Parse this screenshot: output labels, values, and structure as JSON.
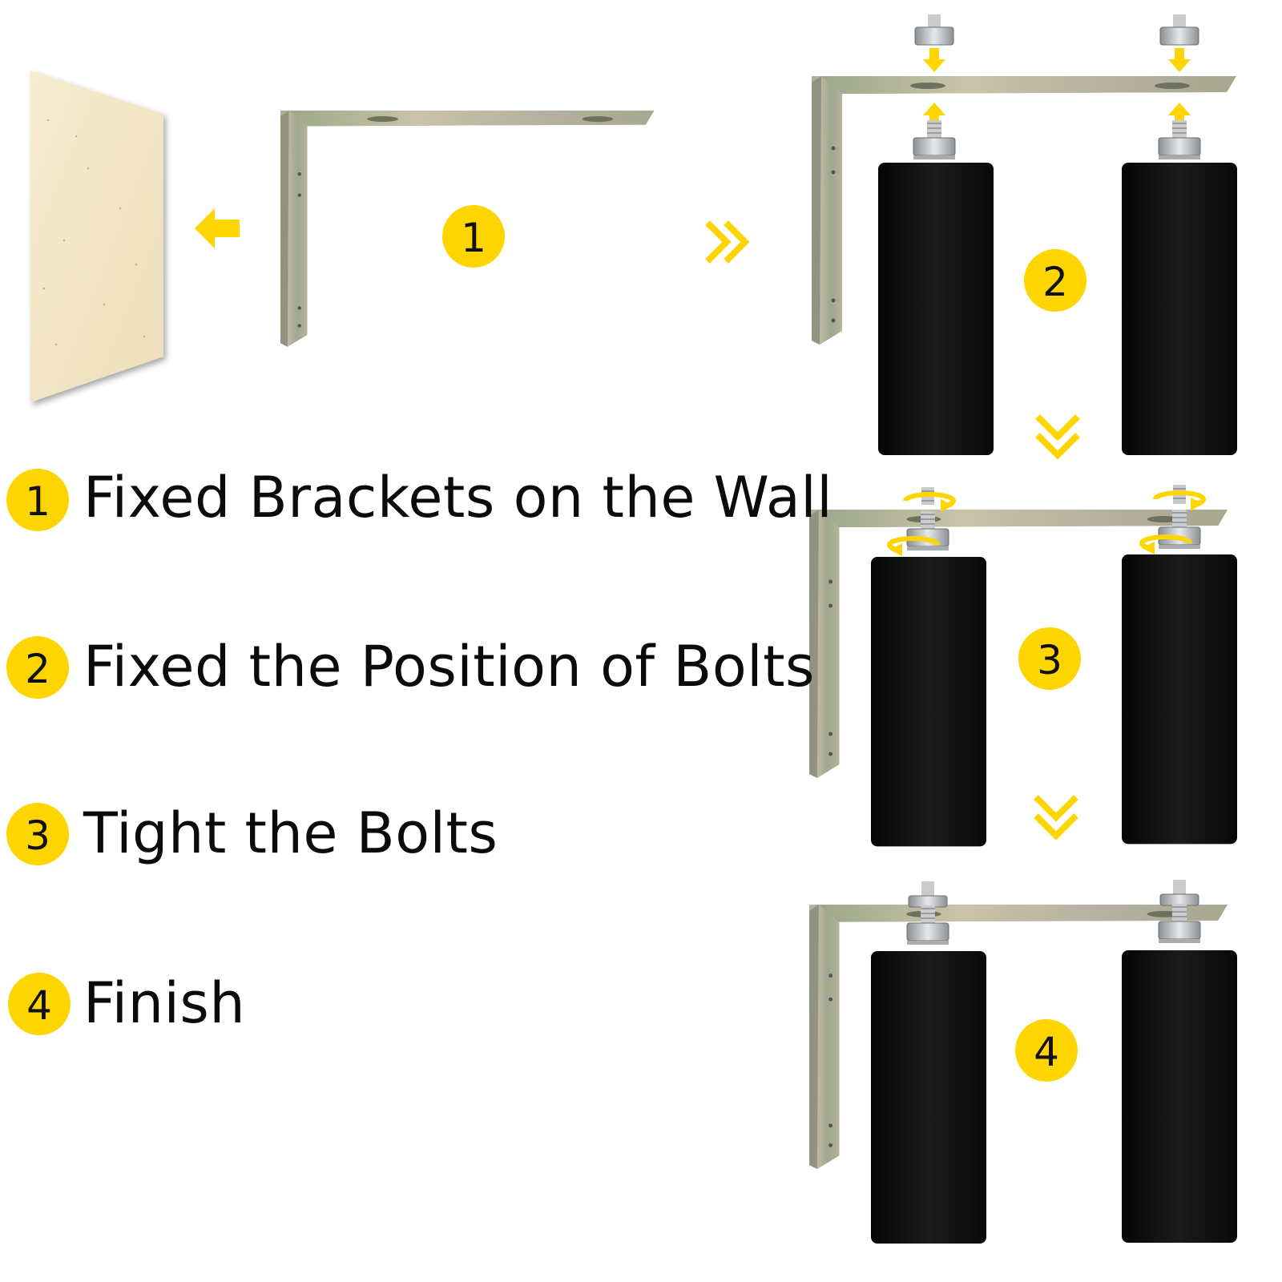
{
  "steps": [
    {
      "number": "1",
      "text": "Fixed Brackets on the Wall"
    },
    {
      "number": "2",
      "text": "Fixed the Position of Bolts"
    },
    {
      "number": "3",
      "text": "Tight the Bolts"
    },
    {
      "number": "4",
      "text": "Finish"
    }
  ],
  "colors": {
    "accent_yellow": "#ffd500",
    "wall_beige": "#f3e8c8",
    "bracket_metal": "#b9b59a",
    "roller_black": "#111111"
  },
  "icons": [
    "left-arrow-icon",
    "double-chevron-right-icon",
    "double-chevron-down-icon",
    "down-arrow-icon",
    "up-arrow-icon",
    "rotate-arrow-icon"
  ]
}
